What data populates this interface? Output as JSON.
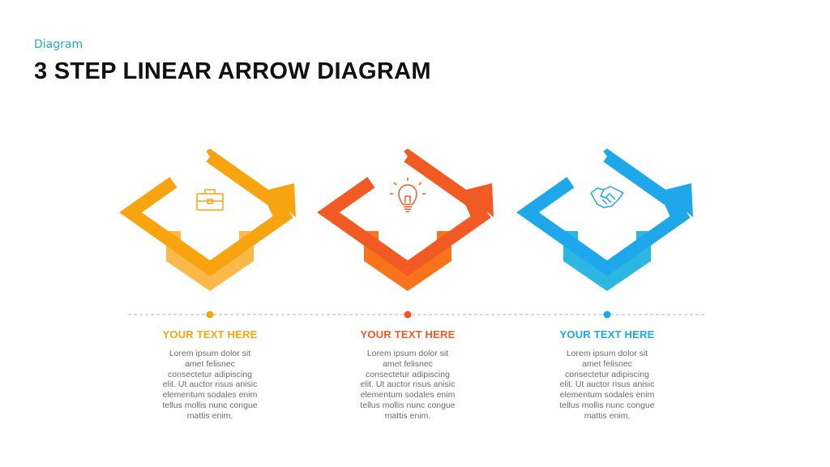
{
  "header": {
    "subtitle": "Diagram",
    "title": "3 STEP LINEAR ARROW DIAGRAM"
  },
  "steps": [
    {
      "heading": "YOUR TEXT HERE",
      "body": "Lorem ipsum dolor sit\namet felisnec\nconsectetur adipiscing\nelit. Ut auctor risus anisic\nelementum sodales enim\ntellus mollis nunc congue\nmattis enim.",
      "icon": "briefcase-icon",
      "color_top": "#f8a411",
      "color_bottom": "#fbb94a"
    },
    {
      "heading": "YOUR TEXT HERE",
      "body": "Lorem ipsum dolor sit\namet felisnec\nconsectetur adipiscing\nelit. Ut auctor risus anisic\nelementum sodales enim\ntellus mollis nunc congue\nmattis enim.",
      "icon": "lightbulb-icon",
      "color_top": "#f15a22",
      "color_bottom": "#f7741c"
    },
    {
      "heading": "YOUR TEXT HERE",
      "body": "Lorem ipsum dolor sit\namet felisnec\nconsectetur adipiscing\nelit. Ut auctor risus anisic\nelementum sodales enim\ntellus mollis nunc congue\nmattis enim.",
      "icon": "handshake-icon",
      "color_top": "#1ea7ea",
      "color_bottom": "#2cb7e2"
    }
  ],
  "timeline_color": "#b5b5b5"
}
